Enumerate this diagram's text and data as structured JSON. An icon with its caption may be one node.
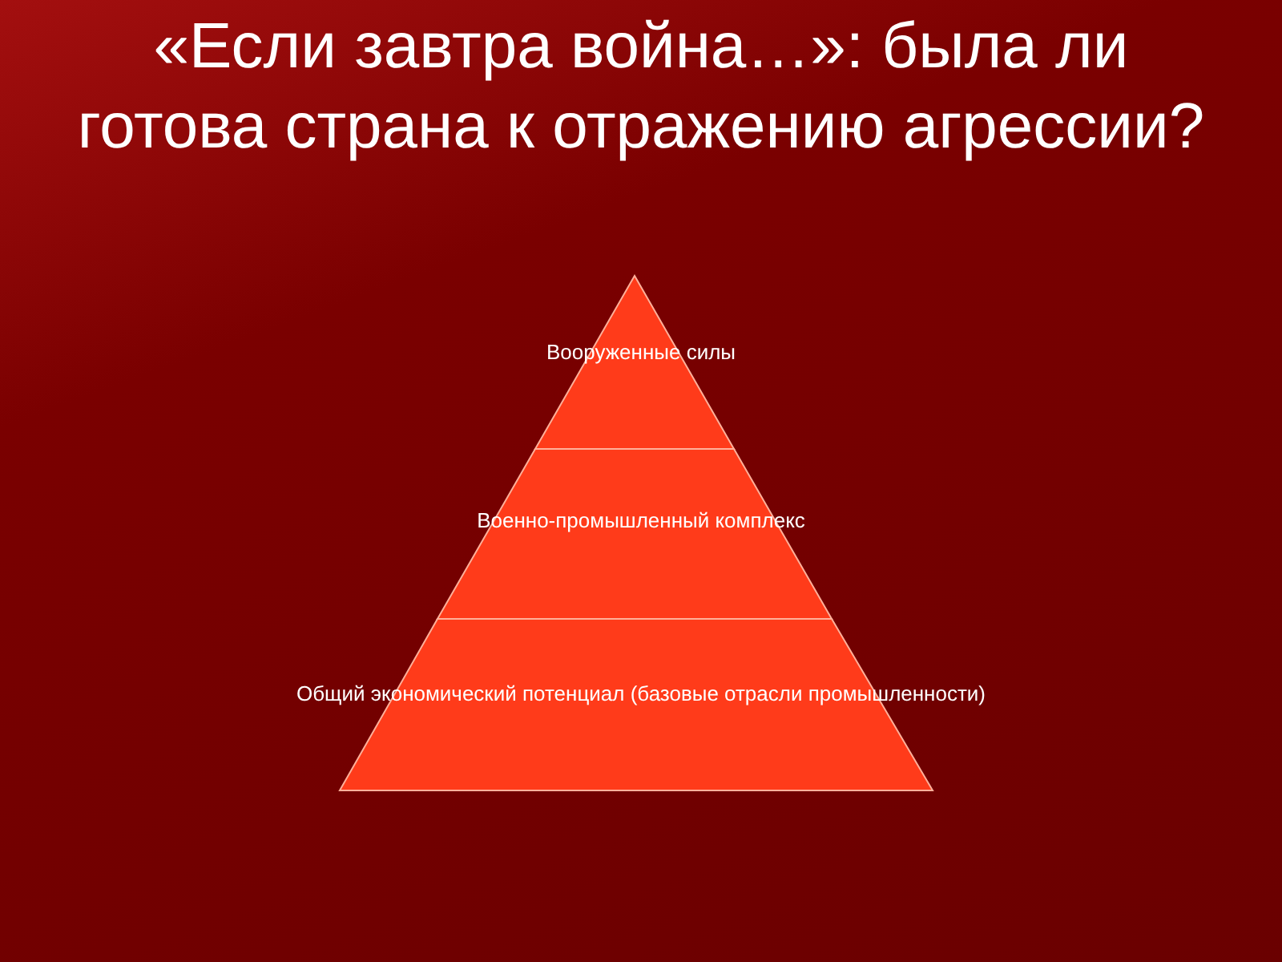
{
  "diagram": {
    "title": "«Если завтра война…»: была ли готова страна к отражению агрессии?",
    "nodes": [
      {
        "text": [
          "Вооруженные силы"
        ]
      },
      {
        "text": [
          "Военно-промышленный комплекс"
        ]
      },
      {
        "text": [
          "Общий экономический потенциал (базовые отрасли промышленности)"
        ]
      }
    ]
  }
}
